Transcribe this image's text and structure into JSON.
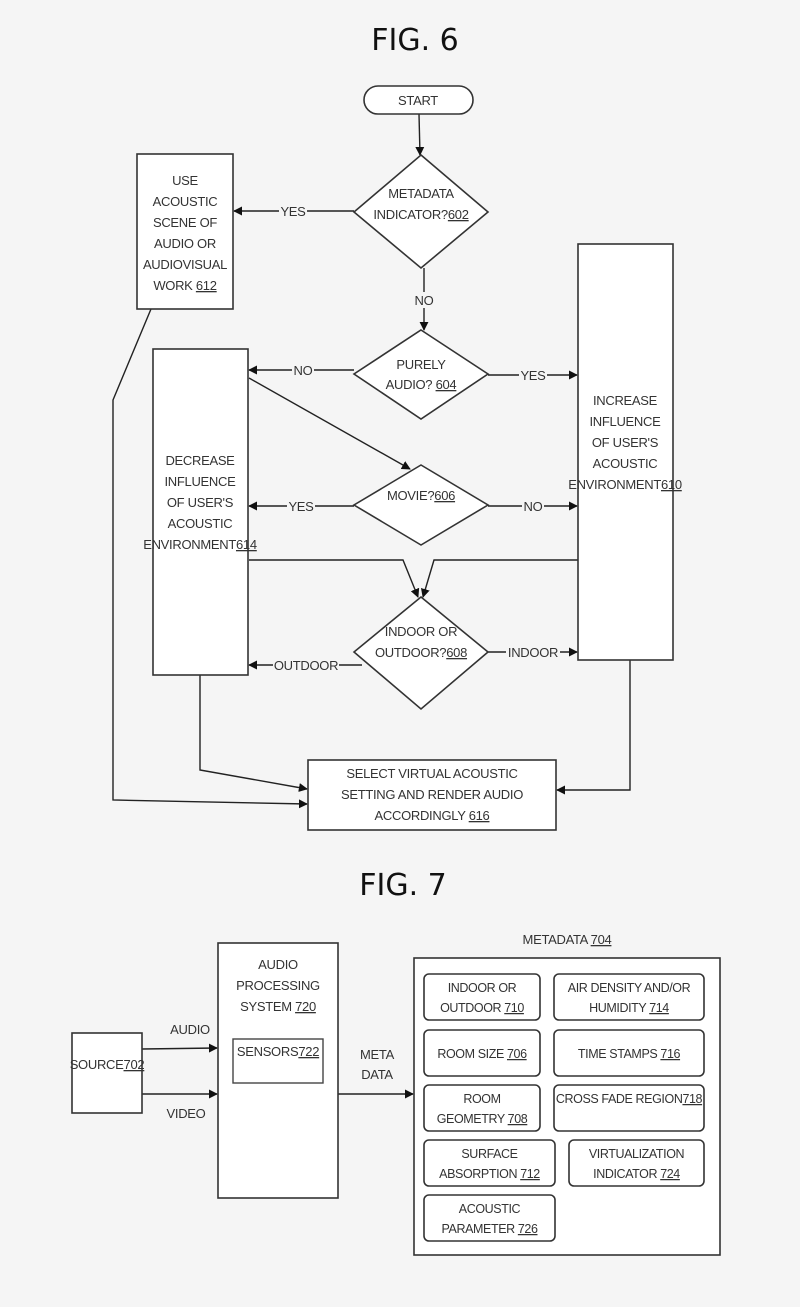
{
  "fig6": {
    "title": "FIG. 6",
    "nodes": {
      "start": {
        "lines": [
          "START"
        ]
      },
      "d602": {
        "lines": [
          "METADATA",
          "INDICATOR?"
        ],
        "ref": "602"
      },
      "d604": {
        "lines": [
          "PURELY"
        ],
        "last_prefix": "AUDIO? ",
        "ref": "604"
      },
      "d606": {
        "lines": [
          "MOVIE?"
        ],
        "ref": "606"
      },
      "d608": {
        "lines": [
          "INDOOR OR",
          "OUTDOOR?"
        ],
        "ref": "608"
      },
      "b612": {
        "lines": [
          "USE",
          "ACOUSTIC",
          "SCENE OF",
          "AUDIO OR",
          "AUDIOVISUAL"
        ],
        "last_prefix": "WORK ",
        "ref": "612"
      },
      "b614": {
        "lines": [
          "DECREASE",
          "INFLUENCE",
          "OF USER'S",
          "ACOUSTIC",
          "ENVIRONMENT"
        ],
        "ref": "614"
      },
      "b610": {
        "lines": [
          "INCREASE",
          "INFLUENCE",
          "OF USER'S",
          "ACOUSTIC",
          "ENVIRONMENT"
        ],
        "ref": "610"
      },
      "b616": {
        "lines": [
          "SELECT VIRTUAL ACOUSTIC",
          "SETTING AND RENDER AUDIO"
        ],
        "last_prefix": "ACCORDINGLY ",
        "ref": "616"
      }
    },
    "edge_labels": {
      "e602_yes": "YES",
      "e602_no": "NO",
      "e604_no": "NO",
      "e604_yes": "YES",
      "e606_yes": "YES",
      "e606_no": "NO",
      "e608_outdoor": "OUTDOOR",
      "e608_indoor": "INDOOR"
    }
  },
  "fig7": {
    "title": "FIG. 7",
    "source": {
      "lines": [
        "SOURCE"
      ],
      "ref": "702"
    },
    "aps": {
      "lines": [
        "AUDIO",
        "PROCESSING"
      ],
      "last_prefix": "SYSTEM ",
      "ref": "720"
    },
    "sensors": {
      "lines": [
        "SENSORS"
      ],
      "ref": "722"
    },
    "edge_labels": {
      "audio": "AUDIO",
      "video": "VIDEO",
      "meta1": "META",
      "meta2": "DATA"
    },
    "metadata": {
      "title_prefix": "METADATA ",
      "ref": "704",
      "items": [
        {
          "lines": [
            "INDOOR OR"
          ],
          "last_prefix": "OUTDOOR ",
          "ref": "710"
        },
        {
          "lines": [
            "AIR DENSITY AND/OR"
          ],
          "last_prefix": "HUMIDITY ",
          "ref": "714"
        },
        {
          "lines": [],
          "last_prefix": "ROOM SIZE ",
          "ref": "706"
        },
        {
          "lines": [],
          "last_prefix": "TIME STAMPS ",
          "ref": "716"
        },
        {
          "lines": [
            "ROOM"
          ],
          "last_prefix": "GEOMETRY ",
          "ref": "708"
        },
        {
          "lines": [
            "CROSS FADE REGION"
          ],
          "last_prefix": "",
          "ref": "718"
        },
        {
          "lines": [
            "SURFACE"
          ],
          "last_prefix": "ABSORPTION ",
          "ref": "712"
        },
        {
          "lines": [
            "VIRTUALIZATION"
          ],
          "last_prefix": "INDICATOR ",
          "ref": "724"
        },
        {
          "lines": [
            "ACOUSTIC"
          ],
          "last_prefix": "PARAMETER ",
          "ref": "726"
        }
      ]
    }
  }
}
